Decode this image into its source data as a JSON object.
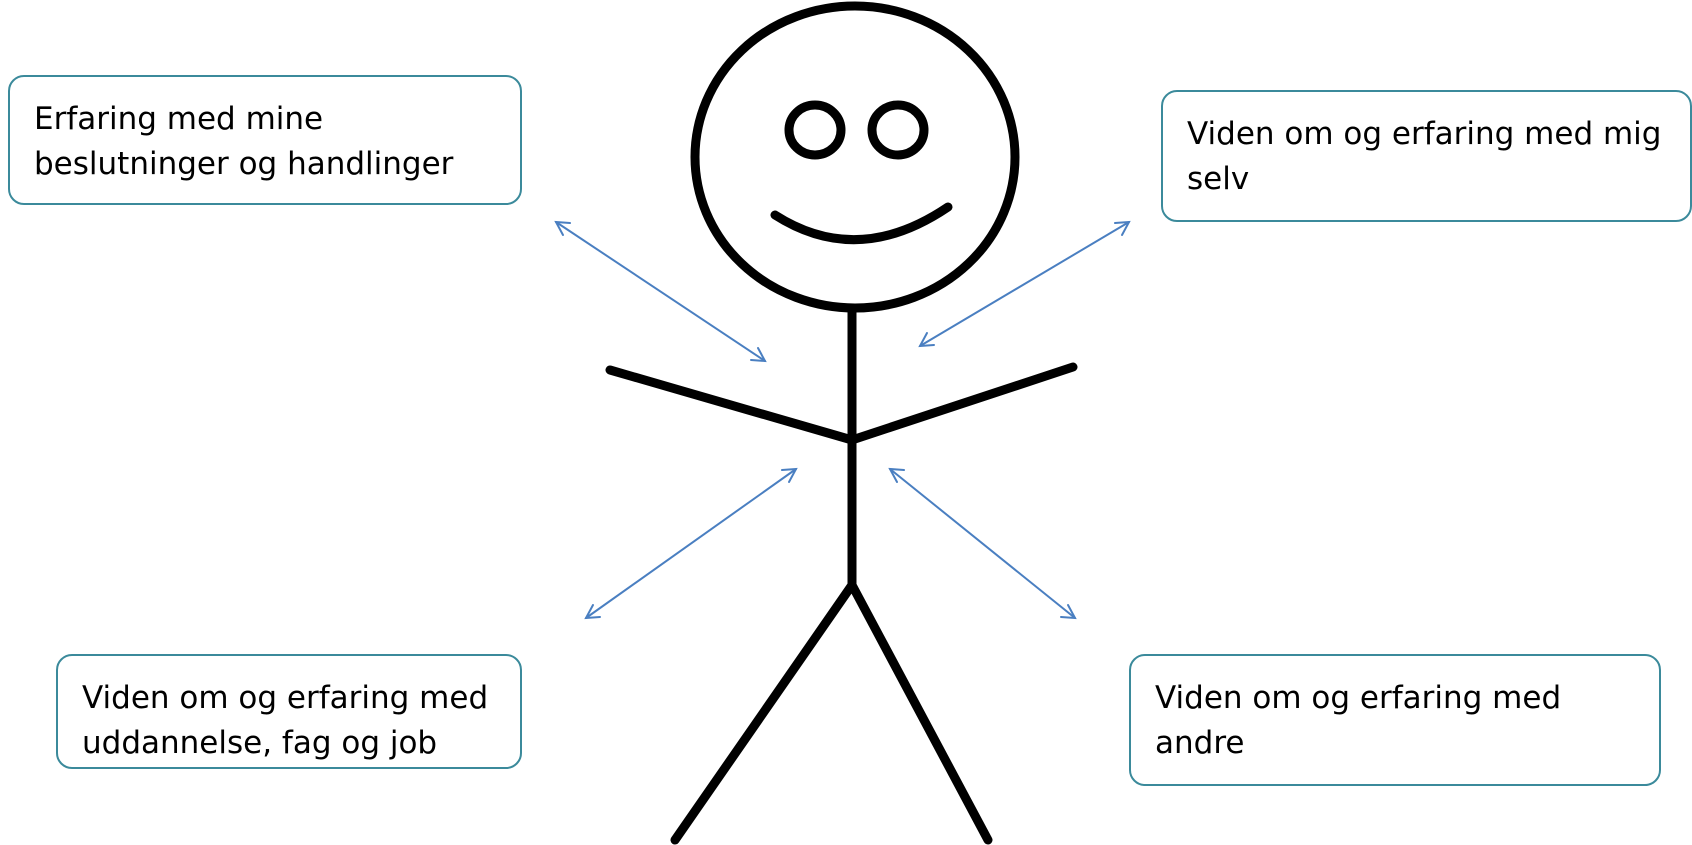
{
  "colors": {
    "box_border": "#3b8a9b",
    "arrow": "#4a7fc1",
    "figure": "#000000"
  },
  "figure": {
    "name": "stick-figure",
    "expression": "smiling"
  },
  "boxes": {
    "top_left": {
      "text": "Erfaring med mine\nbeslutninger og handlinger"
    },
    "top_right": {
      "text": "Viden om og erfaring med mig\nselv"
    },
    "bottom_left": {
      "text": "Viden om og erfaring med\nuddannelse, fag og job"
    },
    "bottom_right": {
      "text": "Viden om og erfaring med\nandre"
    }
  },
  "arrows": [
    {
      "from": "box-top-left",
      "to": "stick-figure",
      "direction": "double-headed"
    },
    {
      "from": "box-top-right",
      "to": "stick-figure",
      "direction": "double-headed"
    },
    {
      "from": "box-bottom-left",
      "to": "stick-figure",
      "direction": "double-headed"
    },
    {
      "from": "box-bottom-right",
      "to": "stick-figure",
      "direction": "double-headed"
    }
  ]
}
